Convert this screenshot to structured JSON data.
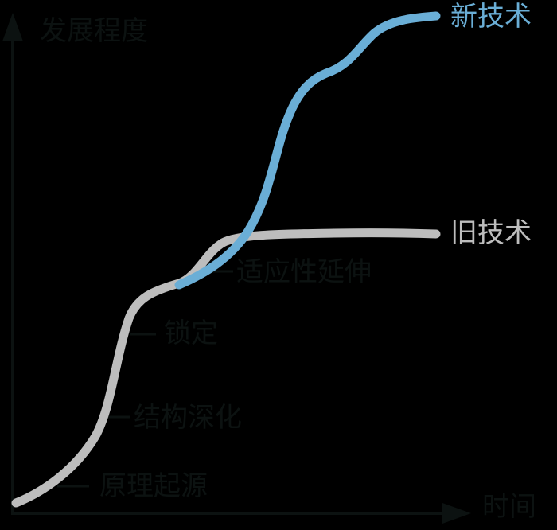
{
  "axes": {
    "y_label": "发展程度",
    "x_label": "时间",
    "color": "#0c1211"
  },
  "series": {
    "new": {
      "label": "新技术",
      "color": "#6aaed6"
    },
    "old": {
      "label": "旧技术",
      "color": "#bdbdbd"
    }
  },
  "stages": [
    {
      "label": "原理起源"
    },
    {
      "label": "结构深化"
    },
    {
      "label": "锁定"
    },
    {
      "label": "适应性延伸"
    }
  ],
  "chart_data": {
    "type": "line",
    "title": "",
    "xlabel": "时间",
    "ylabel": "发展程度",
    "grid": false,
    "legend_position": "inline-right",
    "series": [
      {
        "name": "旧技术",
        "color": "#bdbdbd",
        "points": [
          [
            20,
            632
          ],
          [
            80,
            600
          ],
          [
            130,
            520
          ],
          [
            160,
            410
          ],
          [
            190,
            375
          ],
          [
            225,
            358
          ],
          [
            270,
            310
          ],
          [
            310,
            298
          ],
          [
            420,
            293
          ],
          [
            548,
            294
          ]
        ]
      },
      {
        "name": "新技术",
        "color": "#6aaed6",
        "points": [
          [
            225,
            358
          ],
          [
            275,
            330
          ],
          [
            320,
            270
          ],
          [
            360,
            150
          ],
          [
            400,
            95
          ],
          [
            440,
            80
          ],
          [
            475,
            35
          ],
          [
            548,
            20
          ]
        ]
      }
    ],
    "annotations": [
      "原理起源",
      "结构深化",
      "锁定",
      "适应性延伸"
    ]
  }
}
